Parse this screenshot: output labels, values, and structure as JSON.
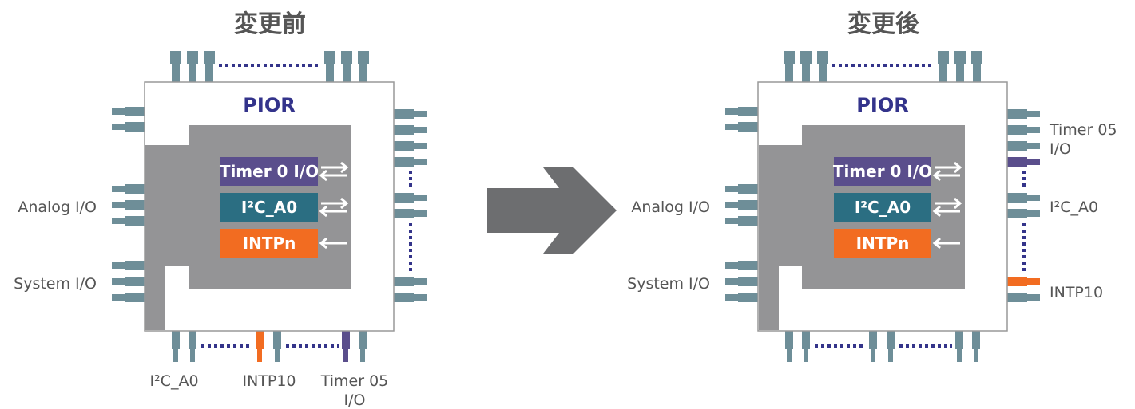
{
  "before": {
    "heading": "変更前",
    "pior_label": "PIOR",
    "blocks": [
      "Timer 0 I/O",
      "I²C_A0",
      "INTPn"
    ],
    "left_labels": [
      "Analog I/O",
      "System I/O"
    ],
    "bottom_labels": [
      "I²C_A0",
      "INTP10",
      "Timer 05",
      "I/O"
    ]
  },
  "after": {
    "heading": "変更後",
    "pior_label": "PIOR",
    "blocks": [
      "Timer 0 I/O",
      "I²C_A0",
      "INTPn"
    ],
    "left_labels": [
      "Analog I/O",
      "System I/O"
    ],
    "right_labels": [
      "Timer 05",
      "I/O",
      "I²C_A0",
      "INTP10"
    ]
  },
  "colors": {
    "pin": "#6e8e98",
    "chip_body": "#ffffff",
    "chip_border": "#999999",
    "inner_gray": "#949496",
    "timer_block": "#5a4e8c",
    "i2c_block": "#2b6e82",
    "intp_block": "#f26c21",
    "dots": "#34348a",
    "arrow": "#6d6e70"
  }
}
